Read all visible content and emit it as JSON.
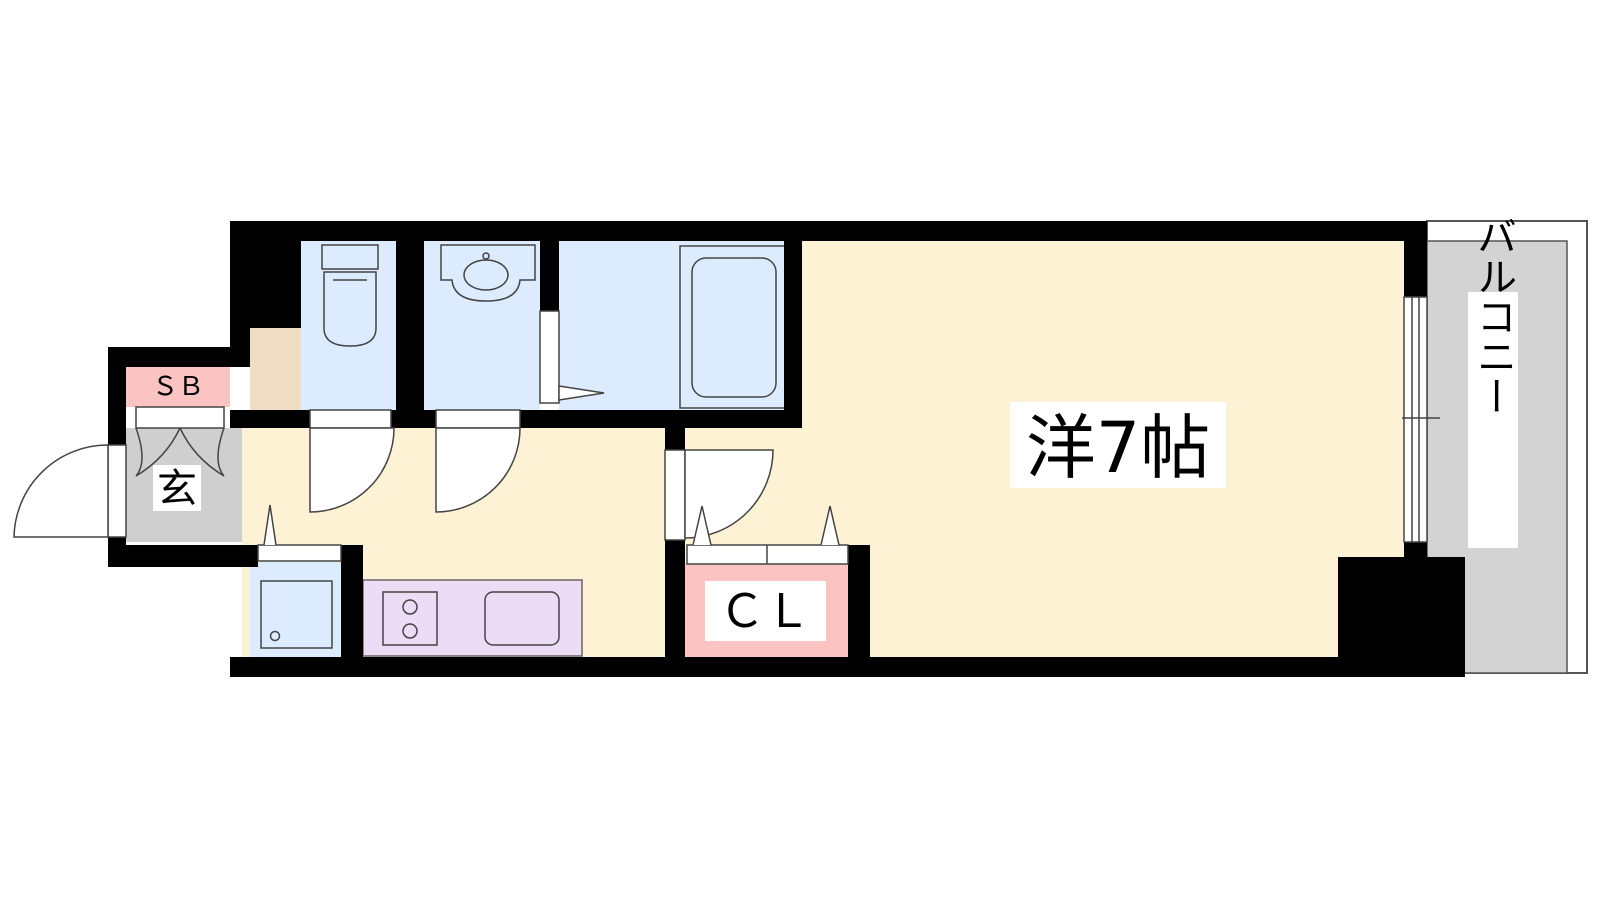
{
  "rooms": {
    "western_room": "洋7帖",
    "entrance": "玄",
    "shoe_box": "ＳＢ",
    "closet": "ＣＬ",
    "balcony": "バルコニー"
  },
  "colors": {
    "wall": "#000000",
    "western_room": "#fdf2d4",
    "corridor": "#fdf2d4",
    "water_area": "#dcebfd",
    "entrance_floor": "#cfcfcf",
    "balcony": "#d3d3d3",
    "closet": "#fcc3c3",
    "shoe_box": "#fcc3c3",
    "kitchen": "#ecdcf6",
    "utility": "#efdcc3"
  }
}
